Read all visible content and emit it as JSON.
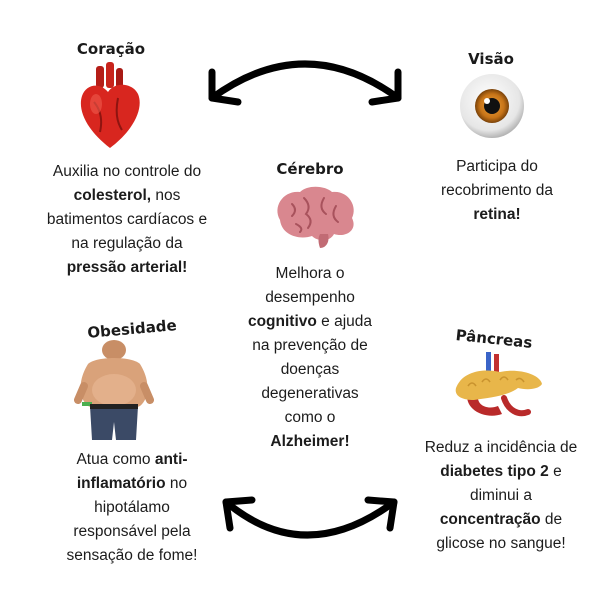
{
  "sections": {
    "heart": {
      "title": "Coração",
      "lines": [
        [
          {
            "t": "Auxilia no controle do",
            "b": false
          }
        ],
        [
          {
            "t": "colesterol,",
            "b": true
          },
          {
            "t": " nos",
            "b": false
          }
        ],
        [
          {
            "t": "batimentos cardíacos e",
            "b": false
          }
        ],
        [
          {
            "t": "na regulação da",
            "b": false
          }
        ],
        [
          {
            "t": "pressão arterial!",
            "b": true
          }
        ]
      ]
    },
    "vision": {
      "title": "Visão",
      "lines": [
        [
          {
            "t": "Participa do",
            "b": false
          }
        ],
        [
          {
            "t": "recobrimento da",
            "b": false
          }
        ],
        [
          {
            "t": "retina!",
            "b": true
          }
        ]
      ]
    },
    "brain": {
      "title": "Cérebro",
      "lines": [
        [
          {
            "t": "Melhora o",
            "b": false
          }
        ],
        [
          {
            "t": "desempenho",
            "b": false
          }
        ],
        [
          {
            "t": "cognitivo",
            "b": true
          },
          {
            "t": " e ajuda",
            "b": false
          }
        ],
        [
          {
            "t": "na prevenção de",
            "b": false
          }
        ],
        [
          {
            "t": "doenças",
            "b": false
          }
        ],
        [
          {
            "t": "degenerativas",
            "b": false
          }
        ],
        [
          {
            "t": "como o",
            "b": false
          }
        ],
        [
          {
            "t": "Alzheimer!",
            "b": true
          }
        ]
      ]
    },
    "obesity": {
      "title": "Obesidade",
      "lines": [
        [
          {
            "t": "Atua como ",
            "b": false
          },
          {
            "t": "anti-",
            "b": true
          }
        ],
        [
          {
            "t": "inflamatório",
            "b": true
          },
          {
            "t": " no",
            "b": false
          }
        ],
        [
          {
            "t": "hipotálamo",
            "b": false
          }
        ],
        [
          {
            "t": "responsável pela",
            "b": false
          }
        ],
        [
          {
            "t": "sensação de fome!",
            "b": false
          }
        ]
      ]
    },
    "pancreas": {
      "title": "Pâncreas",
      "lines": [
        [
          {
            "t": "Reduz a incidência de",
            "b": false
          }
        ],
        [
          {
            "t": "diabetes tipo 2",
            "b": true
          },
          {
            "t": " e",
            "b": false
          }
        ],
        [
          {
            "t": "diminui a",
            "b": false
          }
        ],
        [
          {
            "t": "concentração",
            "b": true
          },
          {
            "t": " de",
            "b": false
          }
        ],
        [
          {
            "t": "glicose no sangue!",
            "b": false
          }
        ]
      ]
    }
  },
  "colors": {
    "text": "#1c1c1c",
    "arrow": "#000000",
    "heart_red": "#d8261f",
    "iris_orange": "#c77418",
    "brain_pink": "#d9878f",
    "pancreas_yellow": "#e8b64a",
    "skin": "#d9a27a",
    "jeans": "#3b4a66"
  },
  "icons": [
    "heart-icon",
    "eye-icon",
    "brain-icon",
    "obesity-figure-icon",
    "pancreas-icon",
    "bidirectional-arrow-icon"
  ]
}
